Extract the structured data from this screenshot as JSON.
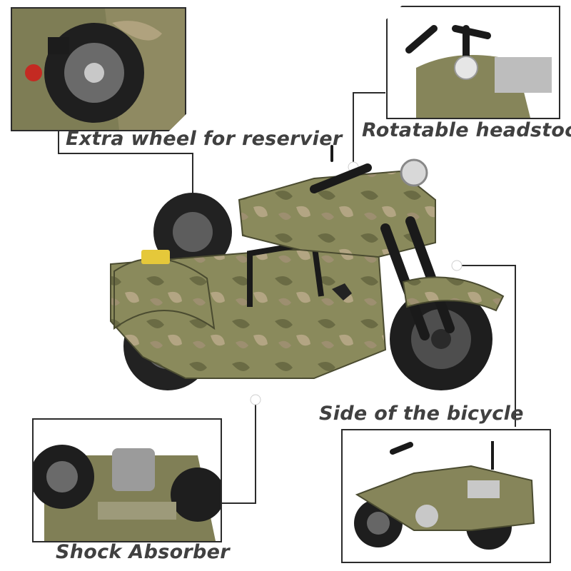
{
  "captions": {
    "extra_wheel": "Extra wheel for reservier",
    "headstock": "Rotatable headstock",
    "side": "Side of the bicycle",
    "shock": "Shock Absorber"
  },
  "colors": {
    "camo_base": "#8a8a5c",
    "camo_dark": "#5e5f3c",
    "camo_light": "#b7a987",
    "tire": "#222222",
    "rim": "#5d5d5d",
    "text": "#404040",
    "leader": "#2b2b2b"
  }
}
